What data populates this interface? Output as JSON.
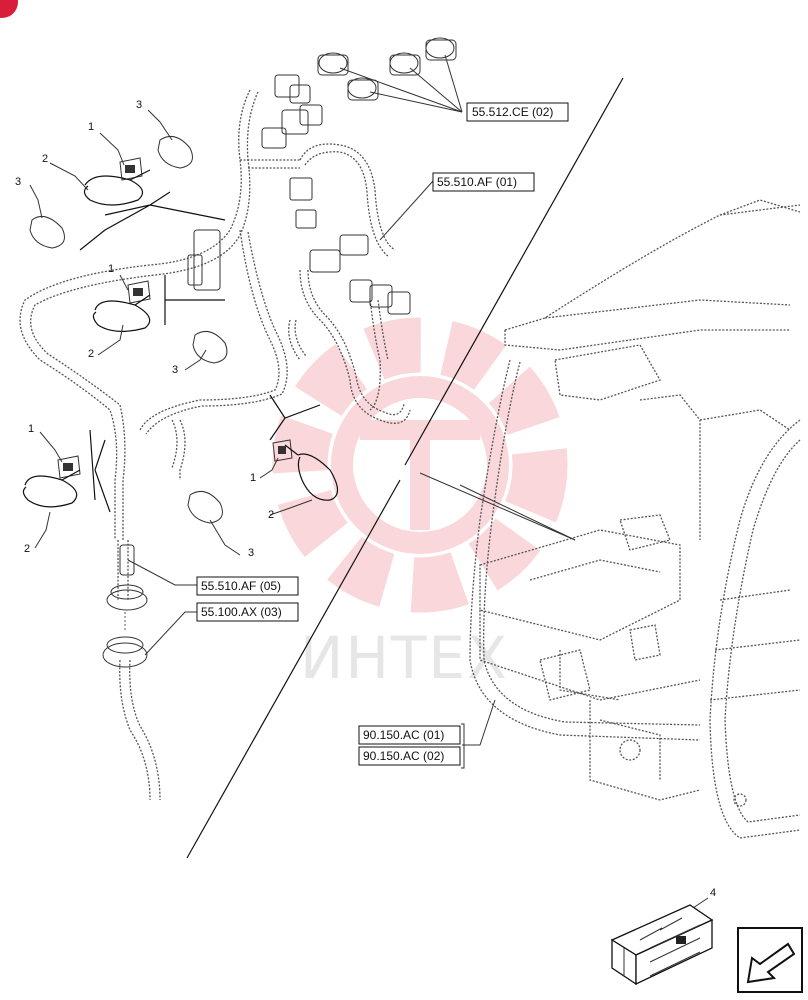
{
  "diagram": {
    "references": [
      {
        "id": "ref-55-512-ce-02",
        "text": "55.512.CE (02)"
      },
      {
        "id": "ref-55-510-af-01",
        "text": "55.510.AF (01)"
      },
      {
        "id": "ref-55-510-af-05",
        "text": "55.510.AF (05)"
      },
      {
        "id": "ref-55-100-ax-03",
        "text": "55.100.AX (03)"
      },
      {
        "id": "ref-90-150-ac-01",
        "text": "90.150.AC (01)"
      },
      {
        "id": "ref-90-150-ac-02",
        "text": "90.150.AC (02)"
      }
    ],
    "item_numbers": [
      "1",
      "2",
      "3",
      "4"
    ],
    "watermark": "ИНТЕХ",
    "colors": {
      "line": "#111111",
      "dashed": "#555555",
      "watermark": "#f2a8ae",
      "corner_badge": "#d81e3a"
    },
    "icons": [
      "cable-tie-icon",
      "clip-mount-icon",
      "connector-icon",
      "crate-icon",
      "navigation-arrow-icon"
    ]
  }
}
